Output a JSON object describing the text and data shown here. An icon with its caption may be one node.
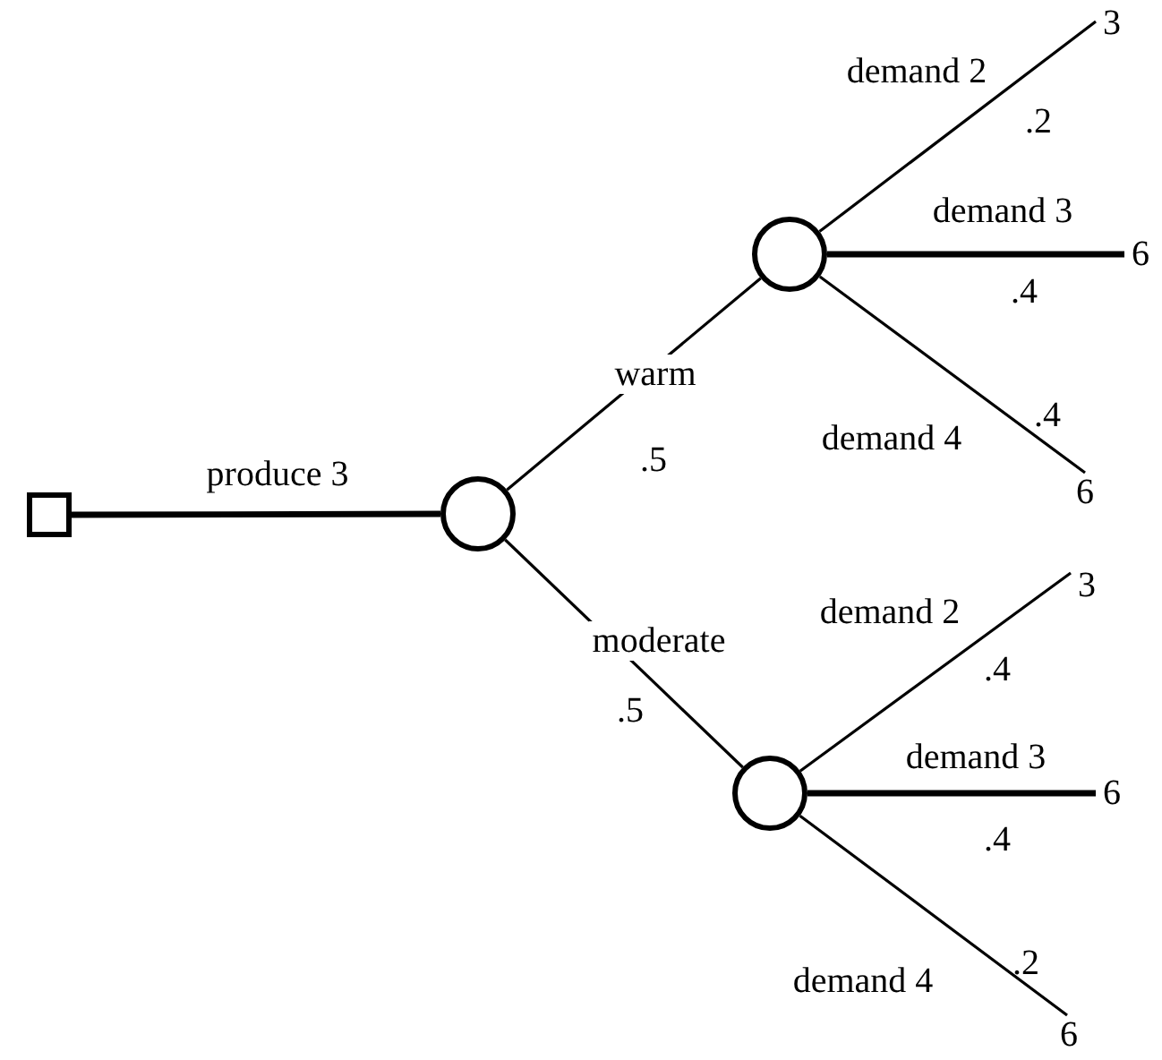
{
  "diagram": {
    "nodes": [
      {
        "text": [],
        "shape": "box"
      },
      {
        "text": [],
        "shape": "circle"
      },
      {
        "text": [],
        "shape": "circle"
      },
      {
        "text": [
          "3"
        ]
      },
      {
        "text": [
          "6"
        ]
      },
      {
        "text": [
          "6"
        ]
      },
      {
        "text": [],
        "shape": "circle"
      },
      {
        "text": [
          "3"
        ]
      },
      {
        "text": [
          "6"
        ]
      },
      {
        "text": [
          "6"
        ]
      }
    ],
    "edges": [
      {
        "from": 0,
        "to": 1,
        "arrow": "none",
        "label": "produce 3",
        "style": "thick"
      },
      {
        "from": 1,
        "to": 2,
        "arrow": "none",
        "label": "warm"
      },
      {
        "from": 1,
        "to": 6,
        "arrow": "none",
        "label": "moderate"
      },
      {
        "from": 2,
        "to": 3,
        "arrow": "none",
        "label": "demand 2"
      },
      {
        "from": 2,
        "to": 4,
        "arrow": "none",
        "label": "demand 3",
        "style": "thick"
      },
      {
        "from": 2,
        "to": 5,
        "arrow": "none",
        "label": "demand 4"
      },
      {
        "from": 6,
        "to": 7,
        "arrow": "none",
        "label": "demand 2"
      },
      {
        "from": 6,
        "to": 8,
        "arrow": "none",
        "label": "demand 3",
        "style": "thick"
      },
      {
        "from": 6,
        "to": 9,
        "arrow": "none",
        "label": "demand 4"
      }
    ],
    "labels": [
      ".2",
      ".4",
      ".4",
      ".5",
      ".4",
      ".5",
      ".4",
      ".2"
    ]
  }
}
